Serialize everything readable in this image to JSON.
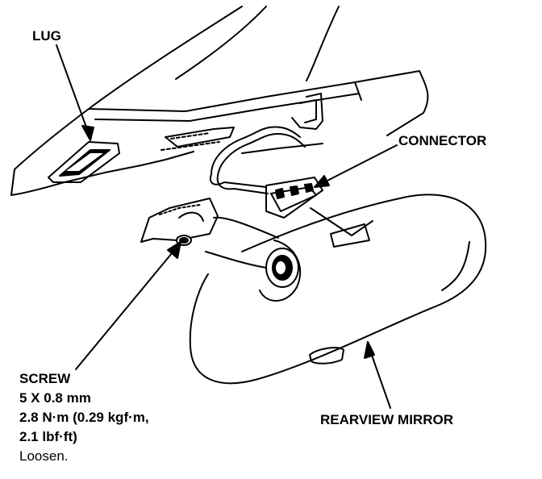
{
  "labels": {
    "lug": "LUG",
    "connector": "CONNECTOR",
    "rearview_mirror": "REARVIEW MIRROR"
  },
  "screw": {
    "title": "SCREW",
    "size": "5 X 0.8 mm",
    "torque_line1": "2.8 N·m (0.29 kgf·m,",
    "torque_line2": "2.1 lbf·ft)",
    "note": "Loosen."
  },
  "colors": {
    "ink": "#000000",
    "paper": "#ffffff"
  }
}
